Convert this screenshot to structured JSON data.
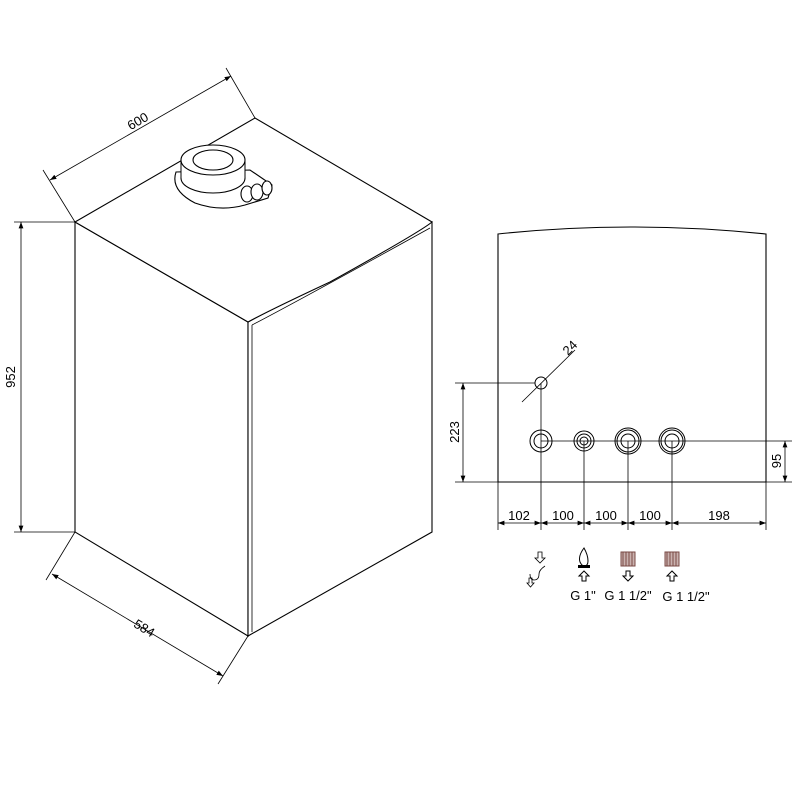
{
  "iso_view": {
    "dims": {
      "width": "600",
      "height": "952",
      "depth": "584"
    }
  },
  "rear_view": {
    "dims": {
      "condensate_diameter": "24",
      "condensate_height": "223",
      "pipe_height": "95",
      "spacings": [
        "102",
        "100",
        "100",
        "100",
        "198"
      ]
    },
    "connections": [
      {
        "icon": "condensate-drain-icon",
        "label": ""
      },
      {
        "icon": "gas-inlet-icon",
        "label": "G 1\""
      },
      {
        "icon": "heating-flow-icon",
        "label": "G 1 1/2\""
      },
      {
        "icon": "heating-return-icon",
        "label": "G 1 1/2\""
      }
    ],
    "colors": {
      "radiator": "#7a4a45"
    }
  }
}
